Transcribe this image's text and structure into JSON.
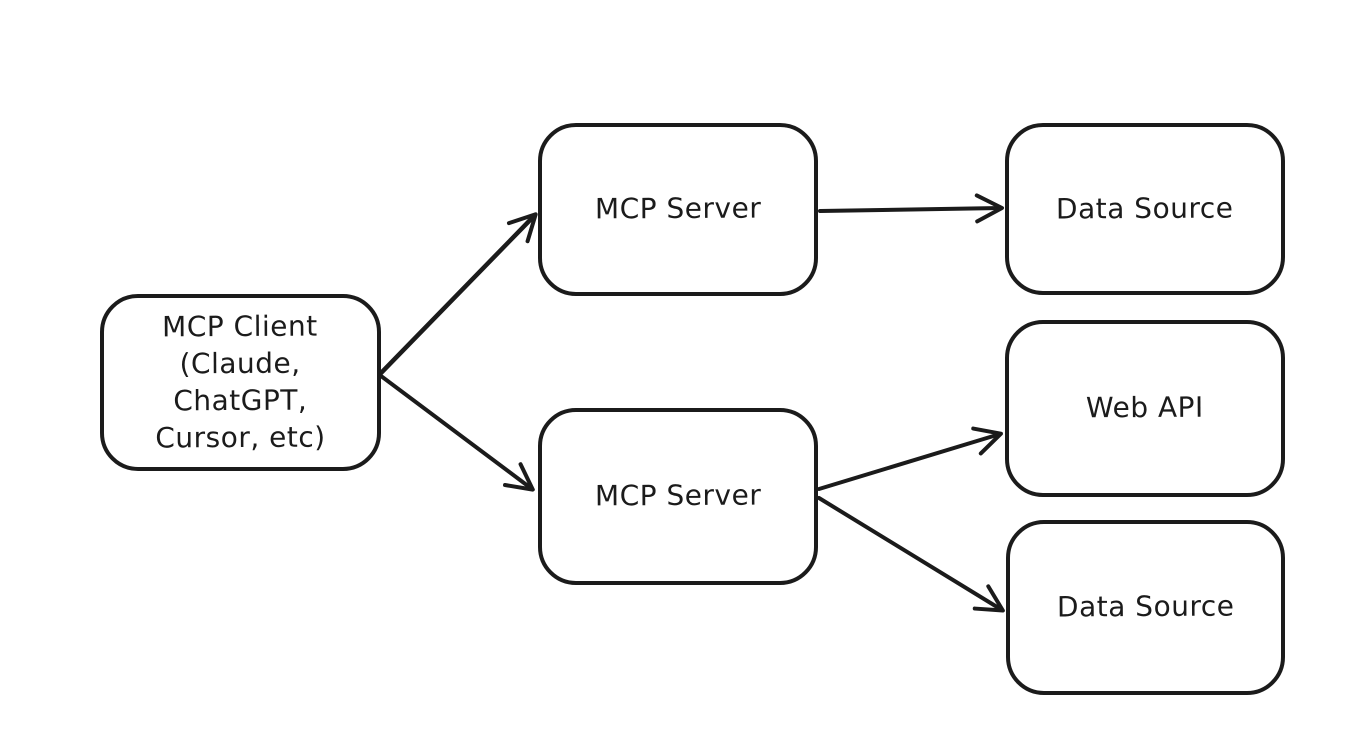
{
  "diagram": {
    "colors": {
      "stroke": "#1b1b1b",
      "background": "#ffffff"
    },
    "style": "hand-drawn",
    "nodes": [
      {
        "id": "mcp-client",
        "label": "MCP Client\n(Claude,\nChatGPT,\nCursor, etc)"
      },
      {
        "id": "mcp-server-top",
        "label": "MCP Server"
      },
      {
        "id": "mcp-server-bottom",
        "label": "MCP Server"
      },
      {
        "id": "data-source-top",
        "label": "Data Source"
      },
      {
        "id": "web-api",
        "label": "Web API"
      },
      {
        "id": "data-source-bottom",
        "label": "Data Source"
      }
    ],
    "edges": [
      {
        "from": "mcp-client",
        "to": "mcp-server-top"
      },
      {
        "from": "mcp-client",
        "to": "mcp-server-bottom"
      },
      {
        "from": "mcp-server-top",
        "to": "data-source-top"
      },
      {
        "from": "mcp-server-bottom",
        "to": "web-api"
      },
      {
        "from": "mcp-server-bottom",
        "to": "data-source-bottom"
      }
    ]
  }
}
